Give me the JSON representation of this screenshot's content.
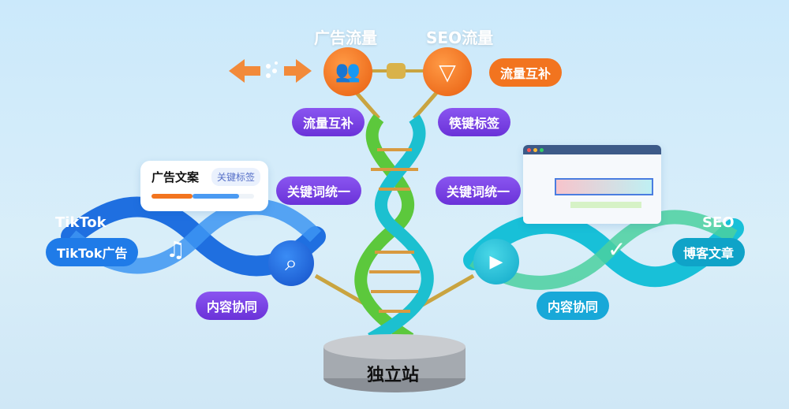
{
  "top": {
    "ad_traffic": "广告流量",
    "seo_traffic": "SEO流量"
  },
  "labels": {
    "complement_left": "流量互补",
    "complement_right": "流量互补",
    "keyword_tags": "筷键标签",
    "keyword_unify_left": "关键词统一",
    "keyword_unify_right": "关键词统一",
    "content_left": "内容协同",
    "content_right": "内容协同"
  },
  "left": {
    "platform": "TikTok",
    "badge": "TikTok广告",
    "card_title": "广告文案",
    "card_tag": "关键标签",
    "progress_orange": 0.4,
    "progress_blue": 0.45
  },
  "right": {
    "platform": "SEO",
    "badge": "博客文章"
  },
  "base": {
    "label": "独立站"
  },
  "colors": {
    "orange": "#f2741f",
    "purple": "#7040e0",
    "blue": "#1f7be8",
    "teal": "#18c0d8",
    "green": "#5cc83c"
  }
}
